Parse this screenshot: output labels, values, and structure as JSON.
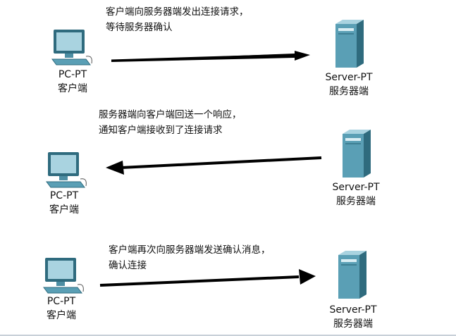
{
  "steps": [
    {
      "message_line1": "客户端向服务器端发出连接请求，",
      "message_line2": "等待服务器确认",
      "pc": {
        "name": "PC-PT",
        "role": "客户端"
      },
      "server": {
        "name": "Server-PT",
        "role": "服务器端"
      },
      "direction": "client-to-server"
    },
    {
      "message_line1": "服务器端向客户端回送一个响应，",
      "message_line2": "通知客户端接收到了连接请求",
      "pc": {
        "name": "PC-PT",
        "role": "客户端"
      },
      "server": {
        "name": "Server-PT",
        "role": "服务器端"
      },
      "direction": "server-to-client"
    },
    {
      "message_line1": "客户端再次向服务器端发送确认消息，",
      "message_line2": "确认连接",
      "pc": {
        "name": "PC-PT",
        "role": "客户端"
      },
      "server": {
        "name": "Server-PT",
        "role": "服务器端"
      },
      "direction": "client-to-server"
    }
  ],
  "colors": {
    "arrow": "#000000",
    "device_body": "#5a9fb5",
    "device_dark": "#2f6b7e",
    "device_light": "#a9d3e0"
  }
}
